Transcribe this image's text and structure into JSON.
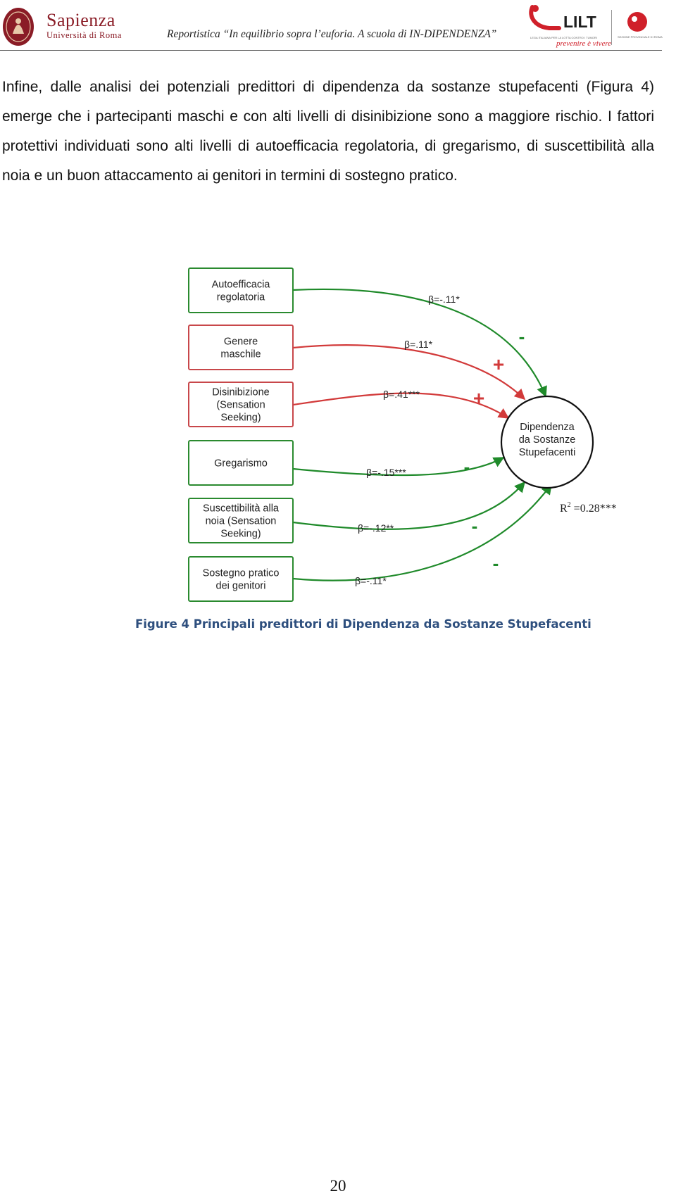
{
  "header": {
    "logo_left": {
      "name": "Sapienza",
      "subtitle": "Università di Roma"
    },
    "title": "Reportistica “In equilibrio sopra l’euforia. A scuola di IN-DIPENDENZA”",
    "logo_right": {
      "name": "LILT",
      "tagline": "LEGA ITALIANA PER LA LOTTA CONTRO I TUMORI",
      "slogan": "prevenire è vivere"
    },
    "section_label": "SEZIONE PROVINCIALE DI ROMA"
  },
  "paragraph": "Infine, dalle analisi dei potenziali predittori di dipendenza da sostanze stupefacenti (Figura 4) emerge che i partecipanti maschi e con alti livelli di disinibizione sono a maggiore rischio. I fattori protettivi individuati sono alti livelli di autoefficacia regolatoria, di gregarismo, di suscettibilità alla noia e un buon attaccamento ai genitori in termini di sostegno pratico.",
  "diagram": {
    "outcome_lines": [
      "Dipendenza",
      "da Sostanze",
      "Stupefacenti"
    ],
    "r2_label": "R",
    "r2_exp": "2",
    "r2_value": " =0.28***",
    "predictors": [
      {
        "lines": [
          "Autoefficacia",
          "regolatoria"
        ],
        "beta": "β=-.11*",
        "sign": "-",
        "color": "green"
      },
      {
        "lines": [
          "Genere",
          "maschile"
        ],
        "beta": "β=.11*",
        "sign": "+",
        "color": "red"
      },
      {
        "lines": [
          "Disinibizione",
          "(Sensation",
          "Seeking)"
        ],
        "beta": "β=.41***",
        "sign": "+",
        "color": "red"
      },
      {
        "lines": [
          "Gregarismo"
        ],
        "beta": "β=-.15***",
        "sign": "-",
        "color": "green"
      },
      {
        "lines": [
          "Suscettibilità alla",
          "noia (Sensation",
          "Seeking)"
        ],
        "beta": "β=-.12**",
        "sign": "-",
        "color": "green"
      },
      {
        "lines": [
          "Sostegno pratico",
          "dei genitori"
        ],
        "beta": "β=-.11*",
        "sign": "-",
        "color": "green"
      }
    ],
    "colors": {
      "green": "#1f8a2a",
      "red": "#d23a3a",
      "box_green": "#2a8a2f",
      "box_red": "#c8474a"
    }
  },
  "caption": "Figure 4 Principali predittori di Dipendenza da Sostanze Stupefacenti",
  "page_number": "20"
}
